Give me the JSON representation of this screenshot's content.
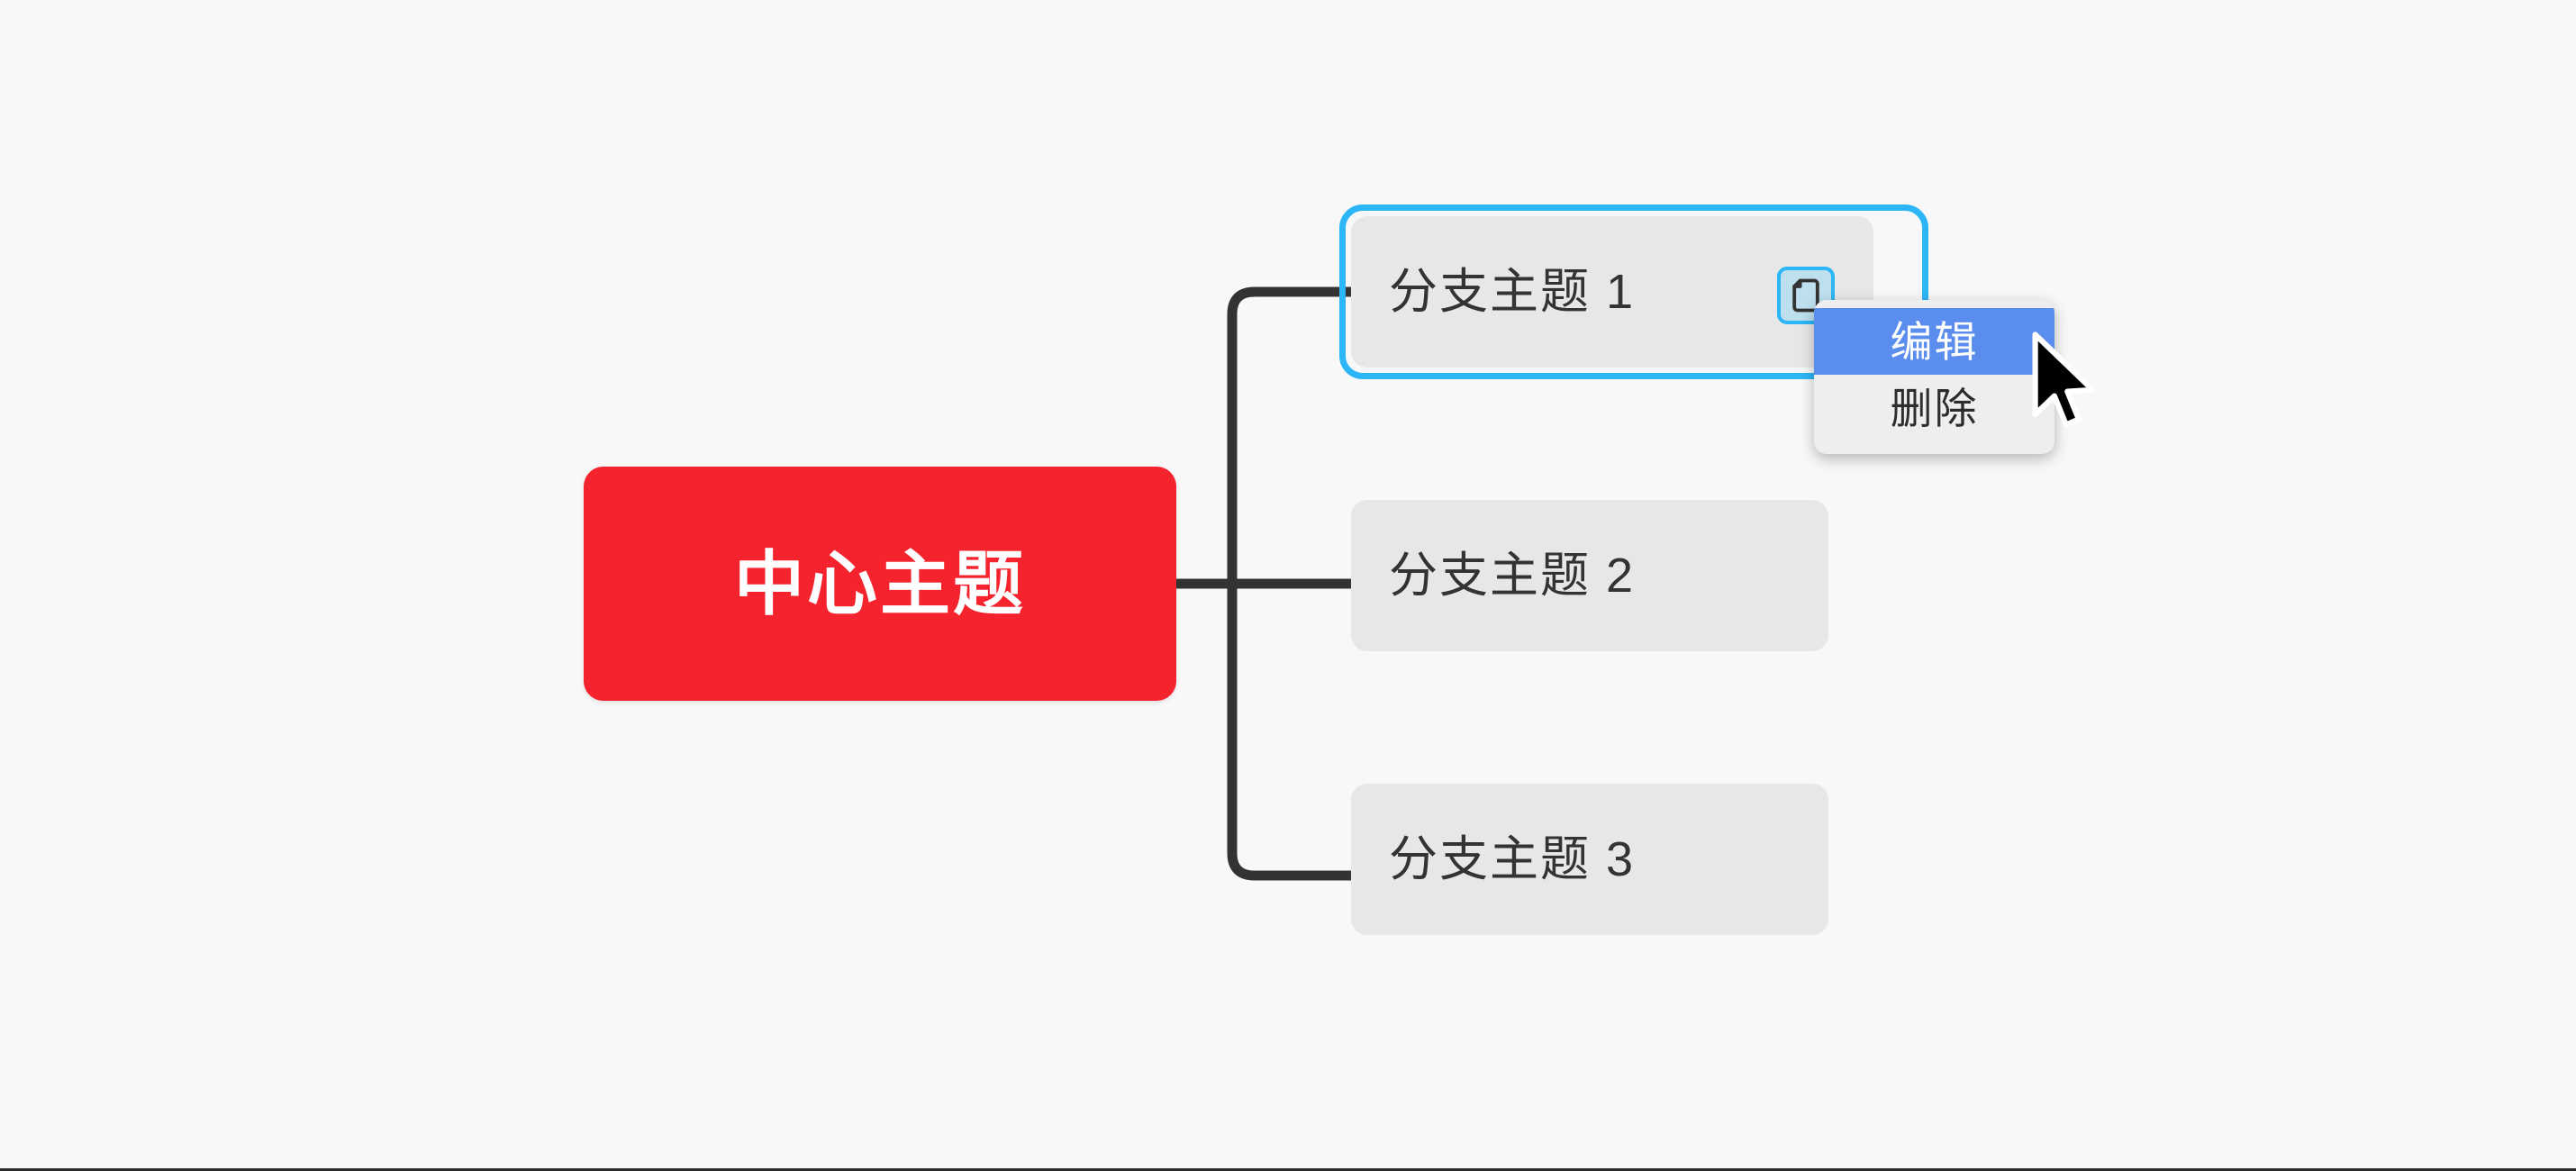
{
  "canvas": {
    "background_color": "#f8f8f8",
    "bottom_border_color": "#2b2b2b"
  },
  "mindmap": {
    "root": {
      "label": "中心主题",
      "background_color": "#f5232e",
      "text_color": "#ffffff"
    },
    "connector": {
      "color": "#333333",
      "style": "orthogonal-elbow"
    },
    "branches": [
      {
        "label": "分支主题 1",
        "background_color": "#e7e7e7",
        "text_color": "#333333",
        "selected": true,
        "badge_icon": "document-icon"
      },
      {
        "label": "分支主题 2",
        "background_color": "#e7e7e7",
        "text_color": "#333333",
        "selected": false
      },
      {
        "label": "分支主题 3",
        "background_color": "#e7e7e7",
        "text_color": "#333333",
        "selected": false
      }
    ],
    "selection": {
      "ring_color": "#2cb6f8"
    },
    "badge": {
      "icon_name": "document-icon",
      "fill_color": "#bee0ee",
      "border_color": "#2cb6f8",
      "glyph_color": "#333333"
    }
  },
  "context_menu": {
    "background_color": "#eeeeee",
    "highlight_color": "#5a8ded",
    "items": [
      {
        "label": "编辑",
        "active": true
      },
      {
        "label": "删除",
        "active": false
      }
    ]
  },
  "cursor": {
    "icon_name": "arrow-pointer-icon",
    "fill_color": "#000000",
    "outline_color": "#ffffff"
  }
}
